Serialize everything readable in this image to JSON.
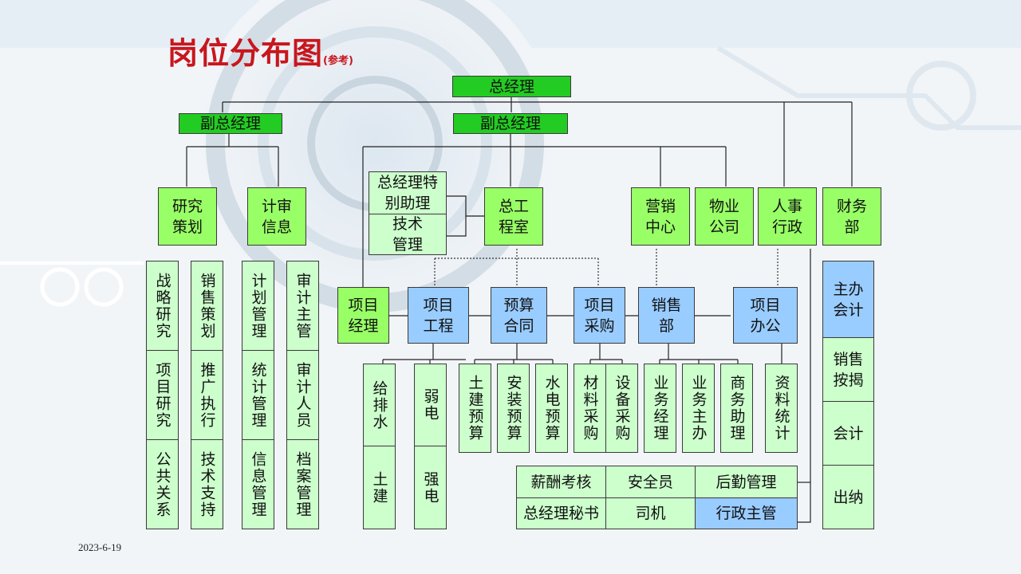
{
  "title": "岗位分布图",
  "title_note": "(参考)",
  "date": "2023-6-19",
  "nodes": {
    "gm": "总经理",
    "vp1": "副总经理",
    "vp2": "副总经理",
    "research": "研究策划",
    "audit": "计审信息",
    "gm_assistant": "总经理特别助理",
    "tech_mgmt": "技术管理",
    "eng_office": "总工程室",
    "marketing": "营销中心",
    "property": "物业公司",
    "hr_admin": "人事行政",
    "finance": "财务部",
    "r1": "战略研究",
    "r2": "项目研究",
    "r3": "公共关系",
    "s1": "销售策划",
    "s2": "推广执行",
    "s3": "技术支持",
    "p1": "计划管理",
    "p2": "统计管理",
    "p3": "信息管理",
    "a1": "审计主管",
    "a2": "审计人员",
    "a3": "档案管理",
    "pm": "项目经理",
    "proj_eng": "项目工程",
    "budget": "预算合同",
    "procure": "项目采购",
    "sales_dept": "销售部",
    "proj_office": "项目办公",
    "chief_acct": "主办会计",
    "sales_acct": "销售按揭",
    "acct": "会计",
    "cashier": "出纳",
    "water": "给排水",
    "civil": "土建",
    "weak": "弱电",
    "strong": "强电",
    "civil_budget": "土建预算",
    "install_budget": "安装预算",
    "mep_budget": "水电预算",
    "material": "材料采购",
    "equipment": "设备采购",
    "biz_mgr": "业务经理",
    "biz_exec": "业务主办",
    "biz_asst": "商务助理",
    "stats": "资料统计",
    "salary": "薪酬考核",
    "safety": "安全员",
    "logistics": "后勤管理",
    "secretary": "总经理秘书",
    "driver": "司机",
    "admin_super": "行政主管"
  },
  "colors": {
    "top": "#22cc22",
    "dept": "#99ff66",
    "unit": "#ccffcc",
    "highlight": "#99ccff",
    "title": "#c8161d"
  }
}
